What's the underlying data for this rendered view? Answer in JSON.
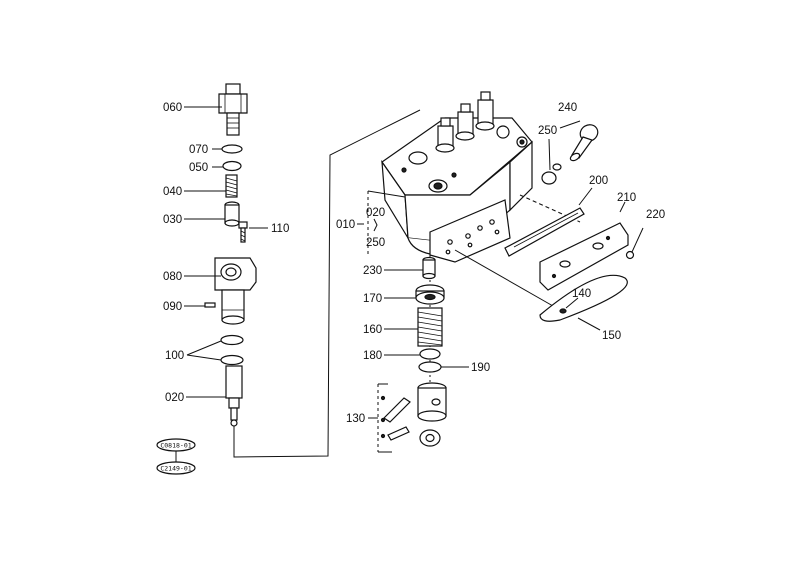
{
  "labels": {
    "p060": "060",
    "p070": "070",
    "p050": "050",
    "p040": "040",
    "p030": "030",
    "p110": "110",
    "p080": "080",
    "p090": "090",
    "p100": "100",
    "p020": "020",
    "p010": "010",
    "p020b": "020",
    "p250b": "250",
    "p230": "230",
    "p170": "170",
    "p160": "160",
    "p180": "180",
    "p190": "190",
    "p130": "130",
    "p240": "240",
    "p250": "250",
    "p200": "200",
    "p210": "210",
    "p220": "220",
    "p140": "140",
    "p150": "150"
  },
  "stamps": {
    "top": "C0818-01",
    "bottom": "C2149-01"
  }
}
